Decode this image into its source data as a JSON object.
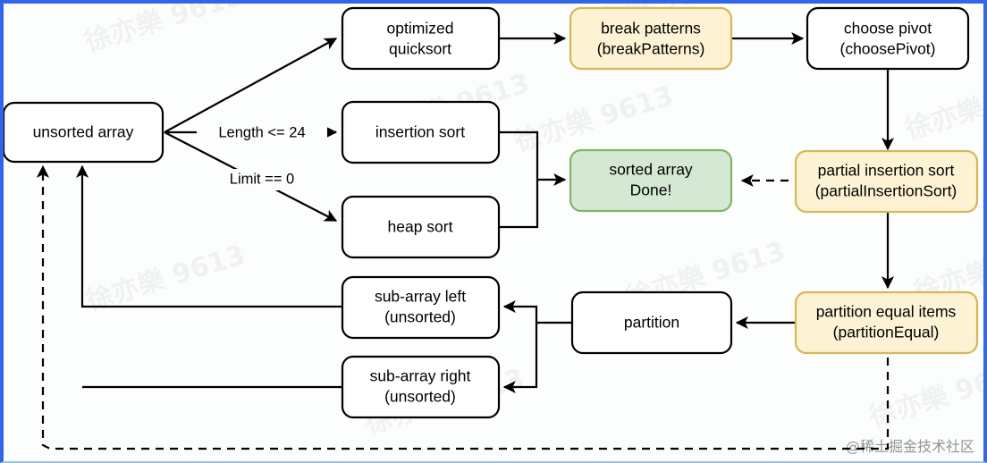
{
  "diagram": {
    "title": "optimized quicksort flowchart",
    "colors": {
      "page_border": "#3366e6",
      "plain_fill": "#ffffff",
      "plain_stroke": "#000000",
      "yellow_fill": "#fdf3d4",
      "yellow_stroke": "#d6b656",
      "green_fill": "#d5e8d4",
      "green_stroke": "#82b366",
      "edge": "#000000"
    },
    "nodes": [
      {
        "id": "unsorted",
        "style": "plain",
        "line1": "unsorted array",
        "line2": ""
      },
      {
        "id": "optquick",
        "style": "plain",
        "line1": "optimized",
        "line2": "quicksort"
      },
      {
        "id": "insertion",
        "style": "plain",
        "line1": "insertion sort",
        "line2": ""
      },
      {
        "id": "heap",
        "style": "plain",
        "line1": "heap sort",
        "line2": ""
      },
      {
        "id": "breakpat",
        "style": "yellow",
        "line1": "break patterns",
        "line2": "(breakPatterns)"
      },
      {
        "id": "pivot",
        "style": "plain",
        "line1": "choose pivot",
        "line2": "(choosePivot)"
      },
      {
        "id": "partins",
        "style": "yellow",
        "line1": "partial insertion sort",
        "line2": "(partialInsertionSort)"
      },
      {
        "id": "parteq",
        "style": "yellow",
        "line1": "partition equal items",
        "line2": "(partitionEqual)"
      },
      {
        "id": "partition",
        "style": "plain",
        "line1": "partition",
        "line2": ""
      },
      {
        "id": "subleft",
        "style": "plain",
        "line1": "sub-array left",
        "line2": "(unsorted)"
      },
      {
        "id": "subright",
        "style": "plain",
        "line1": "sub-array right",
        "line2": "(unsorted)"
      },
      {
        "id": "sorted",
        "style": "green",
        "line1": "sorted array",
        "line2": "Done!"
      }
    ],
    "edge_labels": [
      {
        "id": "len24",
        "text": "Length <= 24"
      },
      {
        "id": "limit0",
        "text": "Limit == 0"
      }
    ],
    "watermarks": {
      "tile": "徐亦樂 9613",
      "credit": "@稀土掘金技术社区"
    }
  }
}
